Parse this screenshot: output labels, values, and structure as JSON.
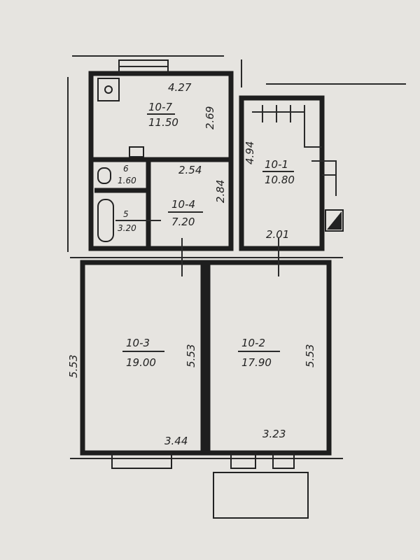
{
  "plan": {
    "rooms": [
      {
        "id": "10-7",
        "area": "11.50"
      },
      {
        "id": "10-1",
        "area": "10.80"
      },
      {
        "id": "6",
        "area": "1.60"
      },
      {
        "id": "5",
        "area": "3.20"
      },
      {
        "id": "10-4",
        "area": "7.20"
      },
      {
        "id": "10-3",
        "area": "19.00"
      },
      {
        "id": "10-2",
        "area": "17.90"
      }
    ],
    "dimensions": {
      "kitchen_width": "4.27",
      "kitchen_depth": "2.69",
      "room101_depth": "4.94",
      "hall_width": "2.54",
      "hall_depth": "2.84",
      "room101_width": "2.01",
      "outer_left": "5.53",
      "room103_depth": "5.53",
      "room102_depth": "5.53",
      "room103_width": "3.44",
      "room102_width": "3.23"
    }
  }
}
